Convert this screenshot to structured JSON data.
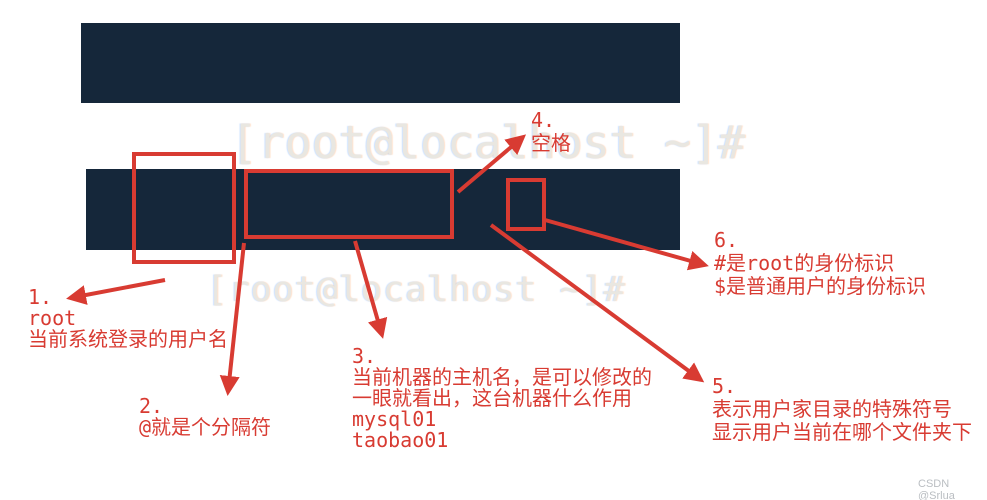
{
  "terminal": {
    "prompt_top": "[root@localhost ~]#",
    "prompt_bottom": "[root@localhost ~]#"
  },
  "annotations": {
    "a1": {
      "num": "1.",
      "lines": [
        "root",
        "当前系统登录的用户名"
      ]
    },
    "a2": {
      "num": "2.",
      "lines": [
        "@就是个分隔符"
      ]
    },
    "a3": {
      "num": "3.",
      "lines": [
        "当前机器的主机名，是可以修改的",
        "一眼就看出，这台机器什么作用",
        "mysql01",
        "taobao01"
      ]
    },
    "a4": {
      "num": "4.",
      "lines": [
        "空格"
      ]
    },
    "a5": {
      "num": "5.",
      "lines": [
        "表示用户家目录的特殊符号",
        "显示用户当前在哪个文件夹下"
      ]
    },
    "a6": {
      "num": "6.",
      "lines": [
        "#是root的身份标识",
        "$是普通用户的身份标识"
      ]
    }
  },
  "watermark": "CSDN @Srlua",
  "colors": {
    "annotation_red": "#d83b32",
    "terminal_bg": "#15273a",
    "terminal_text": "#e9e7e1"
  }
}
